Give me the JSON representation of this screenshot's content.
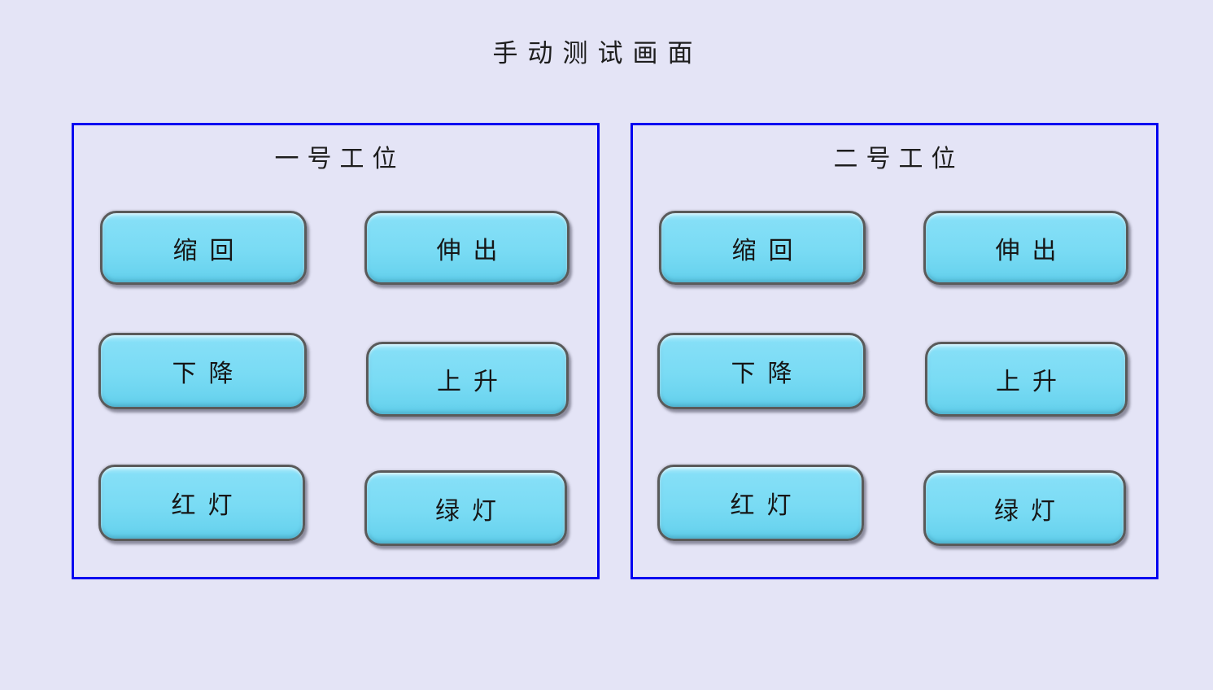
{
  "page": {
    "title": "手动测试画面"
  },
  "stations": [
    {
      "title": "一号工位",
      "buttons": [
        {
          "label": "缩回"
        },
        {
          "label": "伸出"
        },
        {
          "label": "下降"
        },
        {
          "label": "上升"
        },
        {
          "label": "红灯"
        },
        {
          "label": "绿灯"
        }
      ]
    },
    {
      "title": "二号工位",
      "buttons": [
        {
          "label": "缩回"
        },
        {
          "label": "伸出"
        },
        {
          "label": "下降"
        },
        {
          "label": "上升"
        },
        {
          "label": "红灯"
        },
        {
          "label": "绿灯"
        }
      ]
    }
  ],
  "colors": {
    "background": "#e4e4f6",
    "panel_border": "#0000f0",
    "button_fill": "#79dbf4",
    "button_border": "#5a5a5a",
    "text": "#1c1c1c"
  }
}
